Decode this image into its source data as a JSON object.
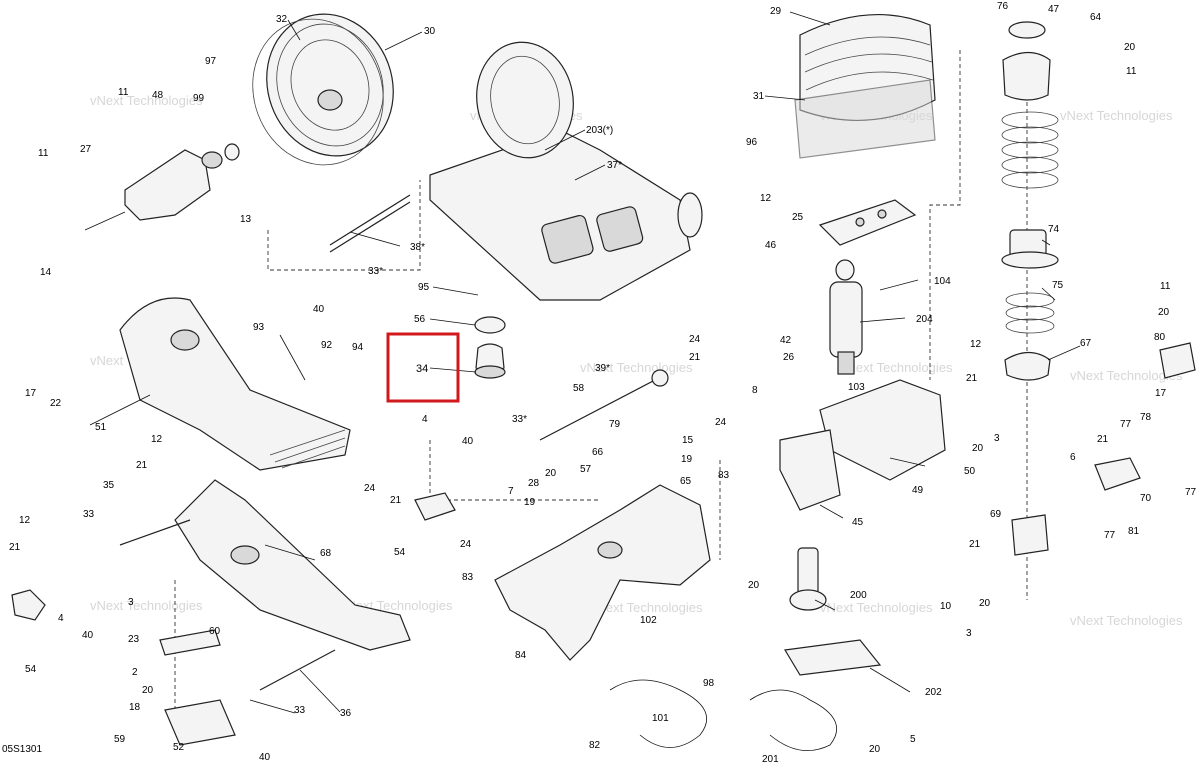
{
  "diagram_code": "05S1301",
  "watermark_text": "vNext Technologies",
  "highlight": {
    "label": "34",
    "color": "#d0191c"
  },
  "callouts": {
    "c76": "76",
    "c47": "47",
    "c64": "64",
    "c29": "29",
    "c32": "32",
    "c30": "30",
    "c20a": "20",
    "c11a": "11",
    "c97": "97",
    "c31": "31",
    "c96": "96",
    "c203": "203(*)",
    "c37": "37*",
    "c11b": "11",
    "c48": "48",
    "c99": "99",
    "c27": "27",
    "c11c": "11",
    "c13": "13",
    "c14": "14",
    "c12a": "12",
    "c25": "25",
    "c46": "46",
    "c38": "38*",
    "c33a": "33*",
    "c40a": "40",
    "c74": "74",
    "c104": "104",
    "c95": "95",
    "c75": "75",
    "c56": "56",
    "c204": "204",
    "c93": "93",
    "c92": "92",
    "c94": "94",
    "c24a": "24",
    "c21a": "21",
    "c39": "39*",
    "c42": "42",
    "c26": "26",
    "c12b": "12",
    "c67": "67",
    "c17a": "17",
    "c22": "22",
    "c51": "51",
    "c8": "8",
    "c103": "103",
    "c21b": "21",
    "c11d": "11",
    "c20b": "20",
    "c80": "80",
    "c4a": "4",
    "c58": "58",
    "c33b": "33*",
    "c79": "79",
    "c15": "15",
    "c66": "66",
    "c20c": "20",
    "c12c": "12",
    "c40b": "40",
    "c28": "28",
    "c57": "57",
    "c65": "65",
    "c19a": "19",
    "c24b": "24",
    "c3a": "3",
    "c20d": "20",
    "c50": "50",
    "c49": "49",
    "c17b": "17",
    "c77a": "77",
    "c78": "78",
    "c21c": "21",
    "c6": "6",
    "c24c": "24",
    "c21d": "21",
    "c7": "7",
    "c19b": "19",
    "c83a": "83",
    "c45": "45",
    "c70": "70",
    "c77b": "77",
    "c54a": "54",
    "c24d": "24",
    "c35": "35",
    "c21e": "21",
    "c12d": "12",
    "c33c": "33",
    "c21f": "21",
    "c81": "81",
    "c77c": "77",
    "c69": "69",
    "c68": "68",
    "c21g": "21",
    "c20e": "20",
    "c10": "10",
    "c3b": "3",
    "c83b": "83",
    "c3c": "3",
    "c4b": "4",
    "c40c": "40",
    "c23": "23",
    "c60": "60",
    "c200": "200",
    "c54b": "54",
    "c84": "84",
    "c102": "102",
    "c20f": "20",
    "c2": "2",
    "c20g": "20",
    "c18": "18",
    "c98": "98",
    "c202": "202",
    "c33d": "33",
    "c36": "36",
    "c101": "101",
    "c59": "59",
    "c52": "52",
    "c40d": "40",
    "c82": "82",
    "c201": "201",
    "c5": "5",
    "c20h": "20"
  }
}
